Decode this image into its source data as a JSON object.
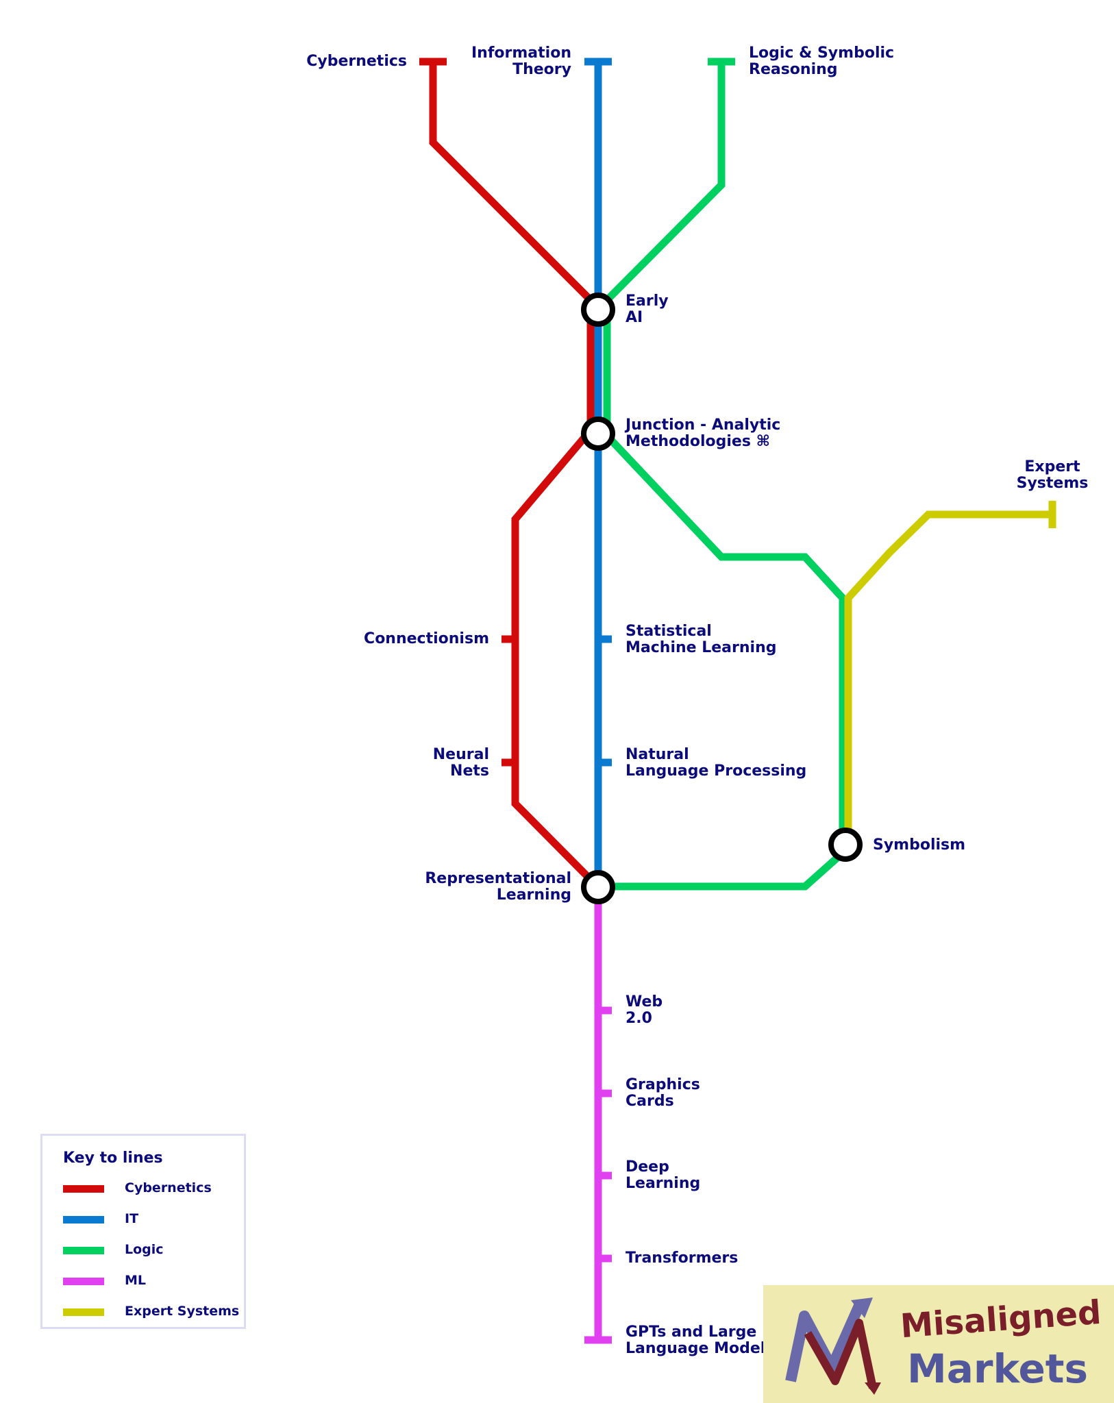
{
  "lines": [
    {
      "id": "cybernetics",
      "name": "Cybernetics",
      "color": "#d20a0a"
    },
    {
      "id": "it",
      "name": "IT",
      "color": "#0a7ad0"
    },
    {
      "id": "logic",
      "name": "Logic",
      "color": "#00d060"
    },
    {
      "id": "ml",
      "name": "ML",
      "color": "#e040f0"
    },
    {
      "id": "expert",
      "name": "Expert Systems",
      "color": "#cccc00"
    }
  ],
  "stations": {
    "cybernetics": "Cybernetics",
    "information_theory": "Information\nTheory",
    "logic_symbolic": "Logic & Symbolic\nReasoning",
    "early_ai": "Early\nAI",
    "junction": "Junction - Analytic\nMethodologies ⌘",
    "expert_systems": "Expert\nSystems",
    "connectionism": "Connectionism",
    "statistical_ml": "Statistical\nMachine Learning",
    "neural_nets": "Neural\nNets",
    "nlp": "Natural\nLanguage Processing",
    "symbolism": "Symbolism",
    "representational": "Representational\nLearning",
    "web2": "Web\n2.0",
    "graphics_cards": "Graphics\nCards",
    "deep_learning": "Deep\nLearning",
    "transformers": "Transformers",
    "gpts": "GPTs and Large\nLanguage Models"
  },
  "key": {
    "title": "Key to lines",
    "items": [
      "Cybernetics",
      "IT",
      "Logic",
      "ML",
      "Expert Systems"
    ]
  },
  "logo": {
    "word1": "Misaligned",
    "word2": "Markets"
  }
}
